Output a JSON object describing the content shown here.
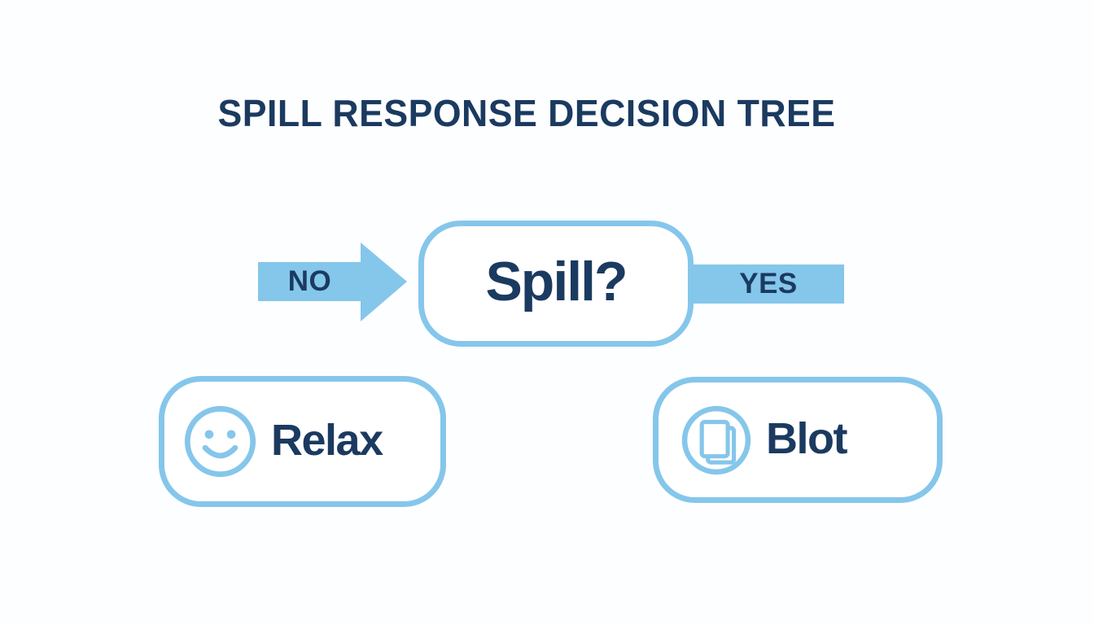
{
  "title": "SPILL RESPONSE DECISION TREE",
  "colors": {
    "accent_blue": "#85C6EB",
    "navy": "#1B3A60",
    "background": "#FDFEFF",
    "node_fill": "#FFFFFF"
  },
  "decision": {
    "question": "Spill?",
    "no_label": "NO",
    "yes_label": "YES"
  },
  "outcomes": [
    {
      "label": "Relax",
      "icon": "smiley-face-icon"
    },
    {
      "label": "Blot",
      "icon": "paper-stack-icon"
    }
  ]
}
